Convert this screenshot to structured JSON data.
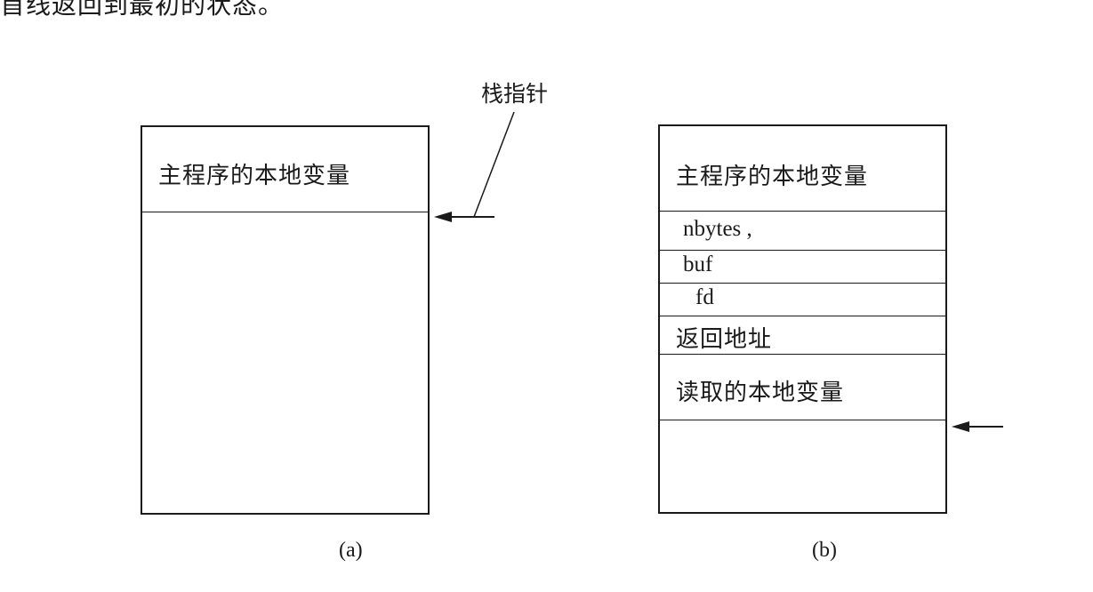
{
  "caption_fragment": "首线返回到最初的状态。",
  "pointer_label": "栈指针",
  "panel_a": {
    "label": "(a)",
    "rows": [
      "主程序的本地变量"
    ]
  },
  "panel_b": {
    "label": "(b)",
    "rows": [
      "主程序的本地变量",
      "nbytes ,",
      "buf",
      "fd",
      "返回地址",
      "读取的本地变量"
    ]
  }
}
